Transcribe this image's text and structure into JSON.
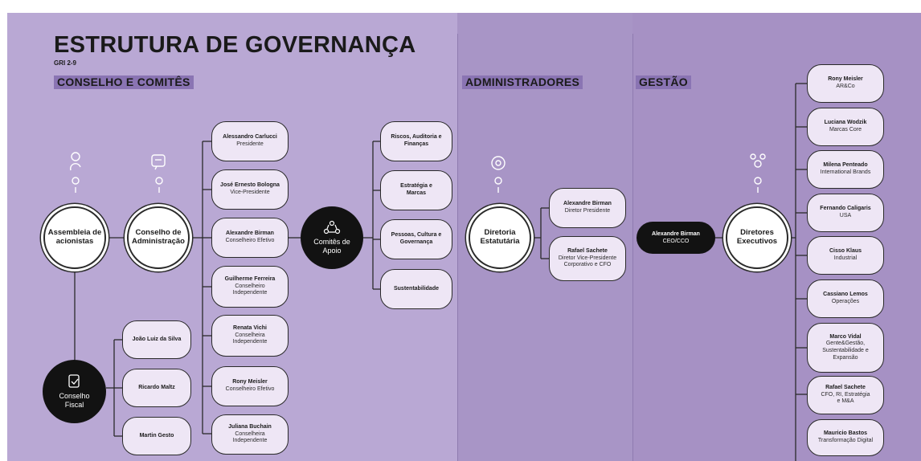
{
  "title": "ESTRUTURA DE GOVERNANÇA",
  "gri": "GRI 2-9",
  "sections": {
    "conselho": "CONSELHO E COMITÊS",
    "administradores": "ADMINISTRADORES",
    "gestao": "GESTÃO"
  },
  "hubs": {
    "assembleia": "Assembleia de acionistas",
    "conselho_adm": "Conselho de Administração",
    "comites": "Comitês de Apoio",
    "diretoria": "Diretoria Estatutária",
    "diretores": "Diretores Executivos",
    "fiscal": "Conselho Fiscal"
  },
  "board": [
    {
      "name": "Alessandro Carlucci",
      "role": "Presidente"
    },
    {
      "name": "José Ernesto Bologna",
      "role": "Vice-Presidente"
    },
    {
      "name": "Alexandre Birman",
      "role": "Conselheiro Efetivo"
    },
    {
      "name": "Guilherme Ferreira",
      "role": "Conselheiro Independente"
    },
    {
      "name": "Renata Vichi",
      "role": "Conselheira Independente"
    },
    {
      "name": "Rony Meisler",
      "role": "Conselheiro Efetivo"
    },
    {
      "name": "Juliana Buchain",
      "role": "Conselheira Independente"
    }
  ],
  "fiscal_members": [
    "João Luiz da Silva",
    "Ricardo Maltz",
    "Martin Gesto"
  ],
  "committees": [
    "Riscos, Auditoria e Finanças",
    "Estratégia e Marcas",
    "Pessoas, Cultura e Governança",
    "Sustentabilidade"
  ],
  "statutory": [
    {
      "name": "Alexandre Birman",
      "role": "Diretor Presidente"
    },
    {
      "name": "Rafael Sachete",
      "role": "Diretor Vice-Presidente Corporativo e CFO"
    }
  ],
  "ceo": {
    "name": "Alexandre Birman",
    "role": "CEO/CCO"
  },
  "executives": [
    {
      "name": "Rony Meisler",
      "role": "AR&Co"
    },
    {
      "name": "Luciana Wodzik",
      "role": "Marcas Core"
    },
    {
      "name": "Milena Penteado",
      "role": "International Brands"
    },
    {
      "name": "Fernando Caligaris",
      "role": "USA"
    },
    {
      "name": "Cisso Klaus",
      "role": "Industrial"
    },
    {
      "name": "Cassiano Lemos",
      "role": "Operações"
    },
    {
      "name": "Marco Vidal",
      "role": "Gente&Gestão, Sustentabilidade e Expansão"
    },
    {
      "name": "Rafael Sachete",
      "role": "CFO, RI, Estratégia e M&A"
    },
    {
      "name": "Mauricio Bastos",
      "role": "Transformação Digital"
    }
  ],
  "icons": [
    "people-icon",
    "chat-icon",
    "people-circle-icon",
    "magnifier-icon",
    "group-icon",
    "document-check-icon"
  ],
  "colors": {
    "panel1": "#b9a8d4",
    "panel2": "#a895c6",
    "panel3": "#a691c4",
    "tag": "#8a74b3",
    "node": "#eee6f5",
    "dark": "#121212"
  }
}
